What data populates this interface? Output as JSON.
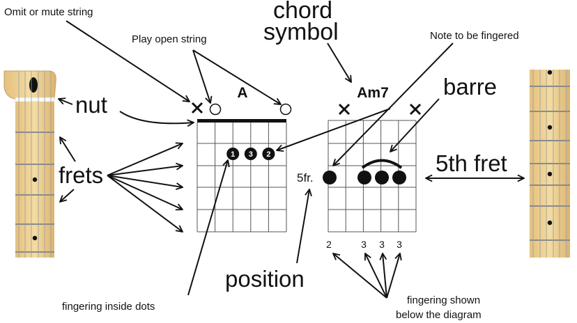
{
  "labels": {
    "omit_mute": "Omit or mute string",
    "play_open": "Play open string",
    "chord_symbol_line1": "chord",
    "chord_symbol_line2": "symbol",
    "note_fingered": "Note to be fingered",
    "nut": "nut",
    "frets": "frets",
    "barre": "barre",
    "fifth_fret": "5th fret",
    "position": "position",
    "fingering_inside": "fingering inside dots",
    "fingering_below_line1": "fingering shown",
    "fingering_below_line2": "below the diagram"
  },
  "chord_a": {
    "name": "A",
    "dots": [
      "1",
      "3",
      "2"
    ]
  },
  "chord_am7": {
    "name": "Am7",
    "position": "5fr.",
    "fingering": [
      "2",
      "3",
      "3",
      "3"
    ]
  },
  "colors": {
    "wood_light": "#f1d9a0",
    "wood_dark": "#c9995a",
    "headstock": "#efdca8",
    "fret_metal": "#8c8c8c",
    "inlay": "#1a1a1a"
  }
}
